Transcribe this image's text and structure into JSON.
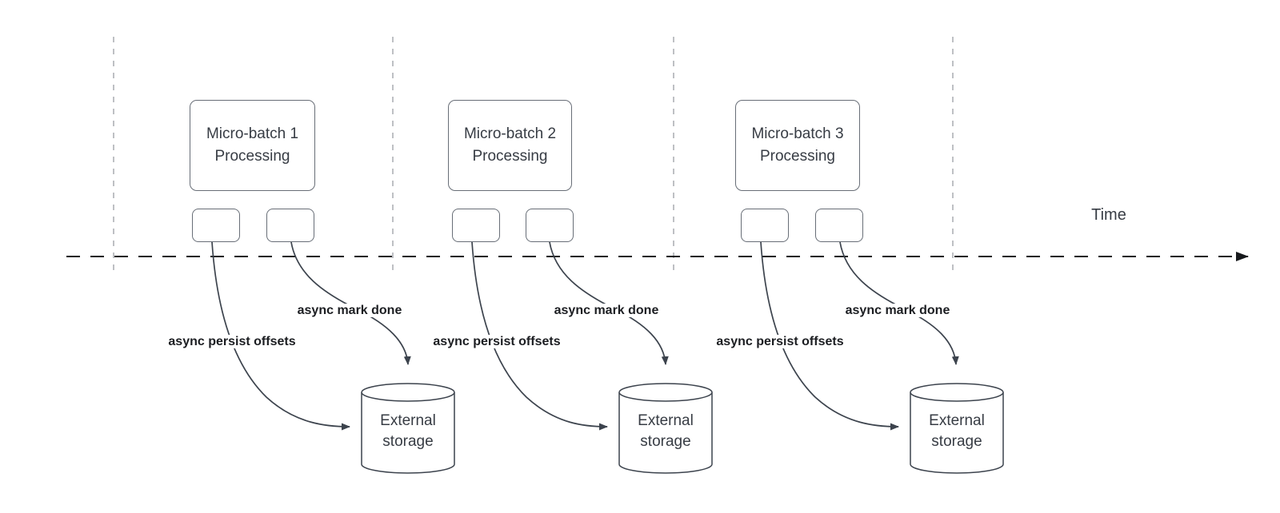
{
  "timeline": {
    "label": "Time"
  },
  "sections": [
    {
      "box_label": "Micro-batch 1\nProcessing",
      "persist_label": "async persist offsets",
      "markdone_label": "async mark done",
      "storage_label": "External\nstorage"
    },
    {
      "box_label": "Micro-batch 2\nProcessing",
      "persist_label": "async persist offsets",
      "markdone_label": "async mark done",
      "storage_label": "External\nstorage"
    },
    {
      "box_label": "Micro-batch 3\nProcessing",
      "persist_label": "async persist offsets",
      "markdone_label": "async mark done",
      "storage_label": "External\nstorage"
    }
  ],
  "colors": {
    "bg": "#ffffff",
    "line": "#3c434d",
    "box_border": "#686e77",
    "guide": "#a2a6ab",
    "timeline": "#17191c",
    "text": "#373c44",
    "label_text": "#1c1e22"
  }
}
